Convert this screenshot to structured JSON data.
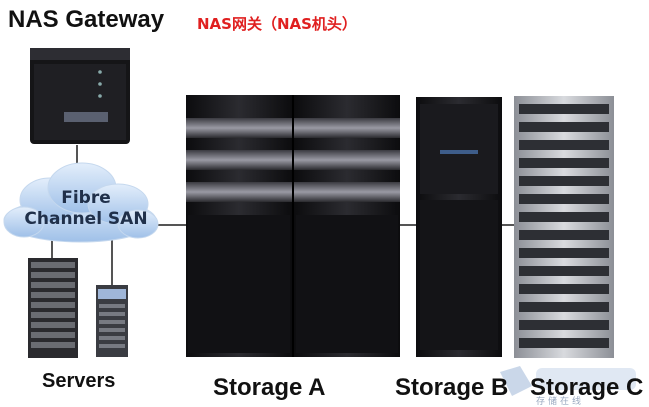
{
  "header": {
    "title": "NAS Gateway",
    "subtitle": "NAS网关（NAS机头）"
  },
  "cloud": {
    "line1": "Fibre",
    "line2": "Channel SAN"
  },
  "labels": {
    "servers": "Servers",
    "storage_a": "Storage A",
    "storage_b": "Storage B",
    "storage_c": "Storage C"
  },
  "watermark": {
    "text": "存储在线"
  },
  "colors": {
    "title_text": "#111111",
    "subtitle_text": "#e02020",
    "cloud_fill": "#b9d3f0",
    "connector": "#555555",
    "cabinet": "#1c1c1e"
  }
}
